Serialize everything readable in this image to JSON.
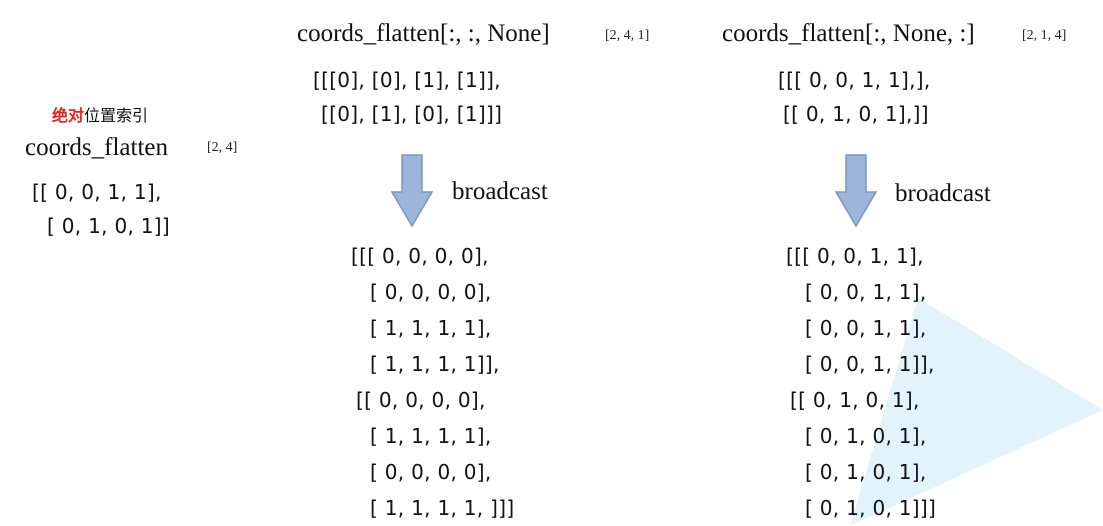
{
  "left": {
    "label_highlight": "绝对",
    "label_rest": "位置索引",
    "title": "coords_flatten",
    "shape": "[2, 4]",
    "lines": [
      "[[ 0, 0, 1, 1],",
      "[ 0, 1, 0, 1]]"
    ]
  },
  "middle": {
    "title": "coords_flatten[:, :, None]",
    "shape": "[2, 4, 1]",
    "lines": [
      "[[[0], [0], [1], [1]],",
      "[[0], [1], [0], [1]]]"
    ],
    "arrow_label": "broadcast",
    "result": [
      "[[[ 0, 0, 0, 0],",
      "[ 0, 0, 0, 0],",
      "[ 1, 1, 1, 1],",
      "[ 1, 1, 1, 1]],",
      "[[ 0, 0, 0, 0],",
      "[ 1, 1, 1, 1],",
      "[ 0, 0, 0, 0],",
      "[ 1, 1, 1, 1, ]]]"
    ]
  },
  "right": {
    "title": "coords_flatten[:, None, :]",
    "shape": "[2, 1, 4]",
    "lines": [
      "[[[ 0, 0, 1, 1],],",
      "[[ 0, 1, 0, 1],]]"
    ],
    "arrow_label": "broadcast",
    "result": [
      "[[[ 0, 0, 1, 1],",
      "[ 0, 0, 1, 1],",
      "[ 0, 0, 1, 1],",
      "[ 0, 0, 1, 1]],",
      "[[ 0, 1, 0, 1],",
      "[ 0, 1, 0, 1],",
      "[ 0, 1, 0, 1],",
      "[ 0, 1, 0, 1]]]"
    ]
  },
  "colors": {
    "arrow": "#9db5d9",
    "arrow_stroke": "#7e97c0",
    "highlight": "#e8231e",
    "watermark": "#e3f3fc"
  }
}
